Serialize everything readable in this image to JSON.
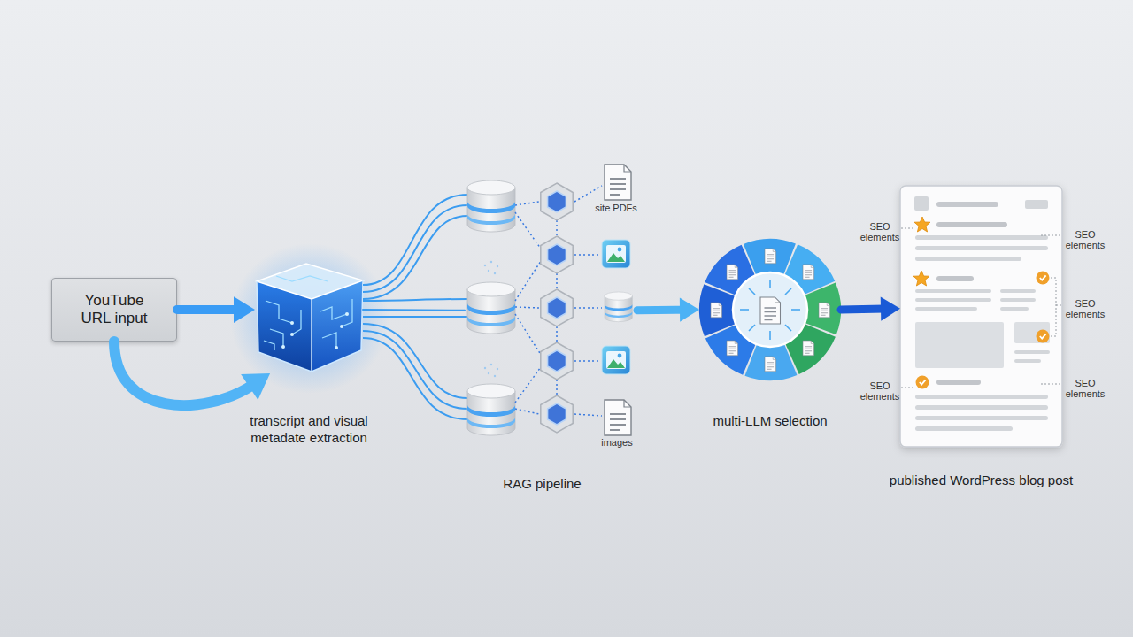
{
  "diagram": {
    "nodes": [
      {
        "text": [
          "YouTube URL input"
        ]
      },
      {
        "text": [
          "transcript and visual metadate extraction"
        ]
      },
      {
        "text": [
          "RAG pipeline"
        ]
      },
      {
        "text": [
          "multi-LLM selection"
        ]
      },
      {
        "text": [
          "published WordPress blog post"
        ]
      }
    ],
    "edges": [
      {
        "from": 0,
        "to": 1,
        "arrow": "to"
      },
      {
        "from": 0,
        "to": 1,
        "arrow": "to"
      },
      {
        "from": 1,
        "to": 2,
        "arrow": "none"
      },
      {
        "from": 2,
        "to": 3,
        "arrow": "to"
      },
      {
        "from": 3,
        "to": 4,
        "arrow": "to"
      }
    ],
    "labels": [
      "site PDFs",
      "SEO elements",
      "SEO elements",
      "SEO elements",
      "SEO elements",
      "SEO elements",
      "images"
    ]
  }
}
